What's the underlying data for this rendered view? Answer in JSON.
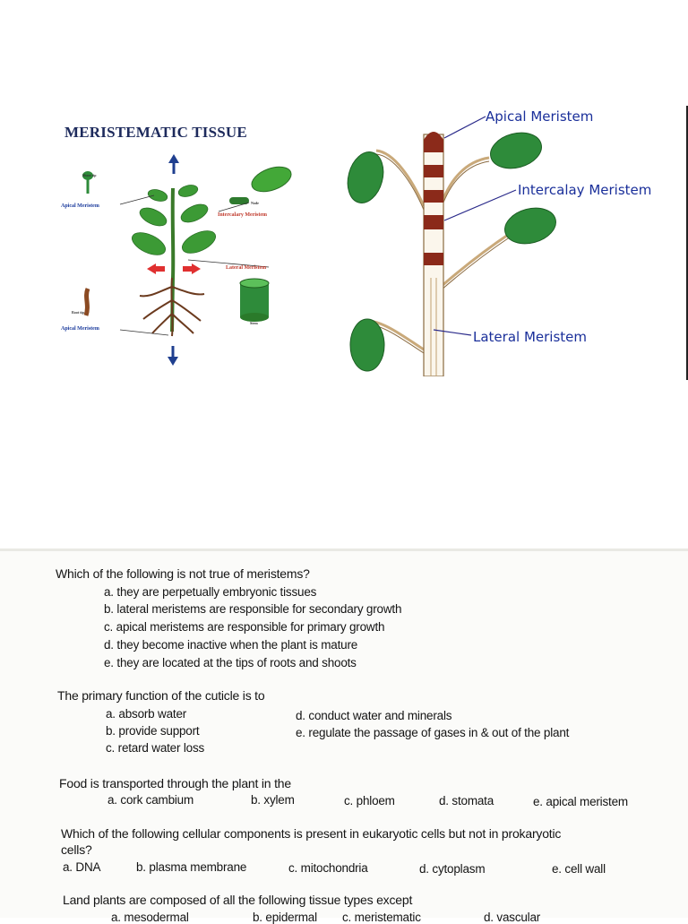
{
  "left_diagram": {
    "title": "MERISTEMATIC TISSUE",
    "labels": {
      "shoot_tip": "Shoot tip",
      "apical_top": "Apical Meristem",
      "intercalary": "Intercalary Meristem",
      "node": "Node",
      "lateral": "Lateral Meristem",
      "root_tip": "Root tip",
      "apical_bottom": "Apical Meristem",
      "stem": "Stem"
    }
  },
  "right_diagram": {
    "labels": {
      "apical": "Apical Meristem",
      "intercalary": "Intercalay Meristem",
      "lateral": "Lateral Meristem"
    },
    "colors": {
      "band": "#8b2a1a",
      "leaf": "#2e8b3a",
      "label": "#1a2f9a"
    }
  },
  "quiz": {
    "questions": [
      {
        "text": "Which of the following is not true of meristems?",
        "options": [
          "a. they are perpetually embryonic tissues",
          "b. lateral meristems are responsible for secondary growth",
          "c. apical meristems are responsible for primary growth",
          "d. they become inactive when the plant is mature",
          "e. they are located at the tips of roots and shoots"
        ]
      },
      {
        "text": "The primary function of the cuticle is to",
        "options": [
          "a. absorb water",
          "b. provide support",
          "c. retard water loss",
          "d. conduct water and minerals",
          "e. regulate the passage of gases in & out of the plant"
        ]
      },
      {
        "text": "Food is transported through the plant in the",
        "options": [
          "a. cork cambium",
          "b. xylem",
          "c. phloem",
          "d. stomata",
          "e. apical meristem"
        ]
      },
      {
        "text_line1": "Which of the following cellular components is present in eukaryotic cells but not in prokaryotic",
        "text_line2": "cells?",
        "options": [
          "a. DNA",
          "b. plasma membrane",
          "c. mitochondria",
          "d. cytoplasm",
          "e. cell wall"
        ]
      },
      {
        "text": "Land plants are composed of all the following tissue types except",
        "options": [
          "a. mesodermal",
          "b. epidermal",
          "c. meristematic",
          "d. vascular"
        ]
      }
    ]
  }
}
